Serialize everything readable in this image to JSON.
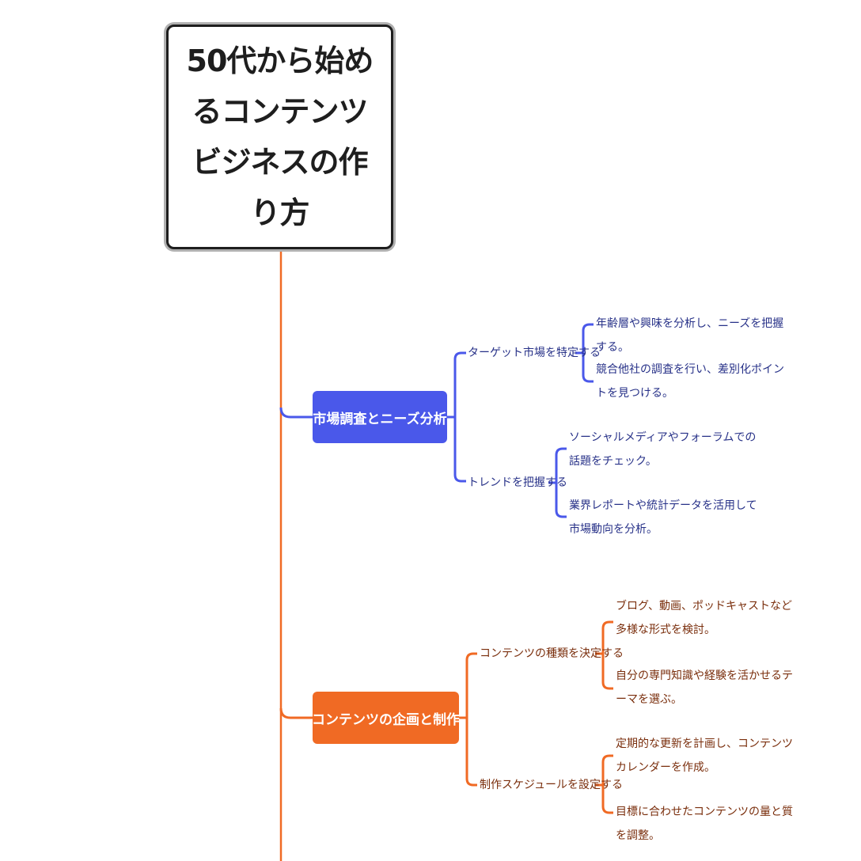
{
  "root": {
    "title": "50代から始めるコンテンツビジネスの作り方"
  },
  "colors": {
    "blue": "#4a58ea",
    "orange": "#f06a24",
    "root_border": "#1e1e1e"
  },
  "branches": [
    {
      "label": "市場調査とニーズ分析",
      "children": [
        {
          "label": "ターゲット市場を特定する",
          "leaves": [
            "年齢層や興味を分析し、ニーズを把握する。",
            "競合他社の調査を行い、差別化ポイントを見つける。"
          ]
        },
        {
          "label": "トレンドを把握する",
          "leaves": [
            "ソーシャルメディアやフォーラムでの話題をチェック。",
            "業界レポートや統計データを活用して市場動向を分析。"
          ]
        }
      ]
    },
    {
      "label": "コンテンツの企画と制作",
      "children": [
        {
          "label": "コンテンツの種類を決定する",
          "leaves": [
            "ブログ、動画、ポッドキャストなど多様な形式を検討。",
            "自分の専門知識や経験を活かせるテーマを選ぶ。"
          ]
        },
        {
          "label": "制作スケジュールを設定する",
          "leaves": [
            "定期的な更新を計画し、コンテンツカレンダーを作成。",
            "目標に合わせたコンテンツの量と質を調整。"
          ]
        }
      ]
    }
  ]
}
